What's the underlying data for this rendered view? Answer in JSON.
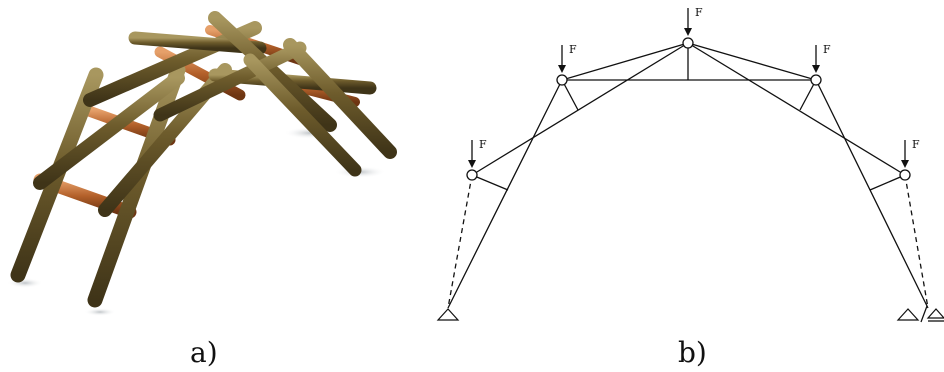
{
  "panel_a": {
    "caption": "a)"
  },
  "panel_b": {
    "caption": "b)",
    "load_label": "F",
    "load_count": 5
  },
  "colors": {
    "wood": "#6b5a2e",
    "wood_highlight": "#9c8a55",
    "copper": "#b8652e",
    "copper_highlight": "#e09a62",
    "shadow": "#c9cdd0",
    "ink": "#111111"
  }
}
